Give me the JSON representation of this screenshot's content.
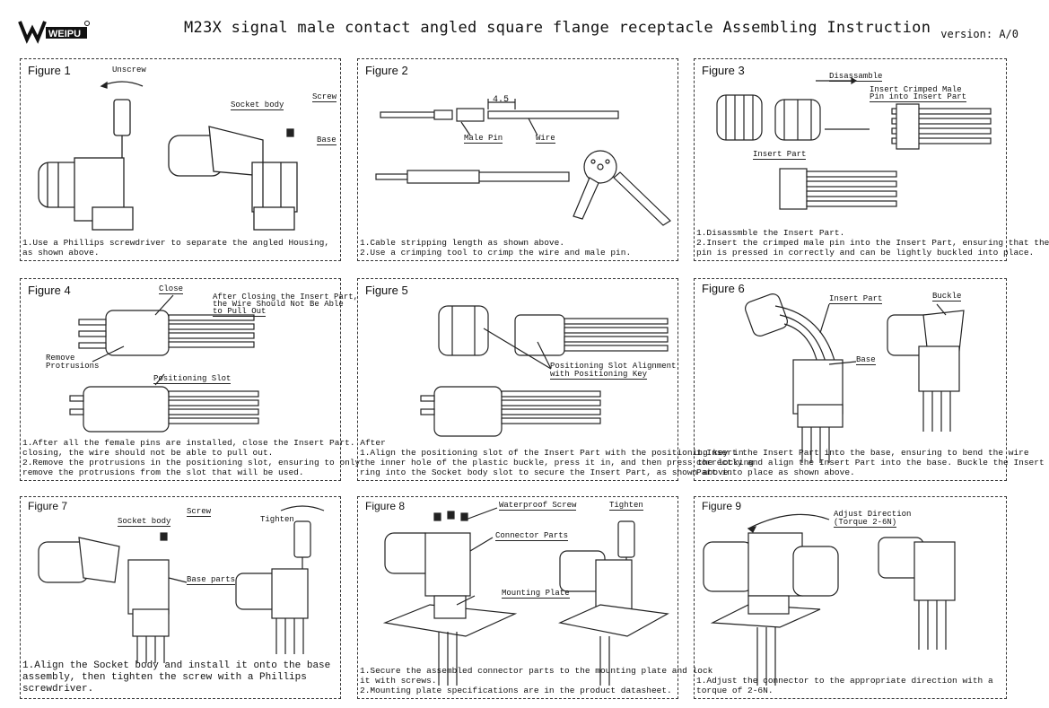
{
  "header": {
    "logo_text": "WEIPU",
    "title": "M23X signal male contact angled square flange receptacle Assembling Instruction",
    "version": "version: A/0"
  },
  "figures": [
    {
      "title": "Figure 1",
      "labels": [
        "Unscrew",
        "Socket body",
        "Screw",
        "Base"
      ],
      "caption": [
        "1.Use a Phillips screwdriver to separate the angled Housing,",
        "as shown above."
      ]
    },
    {
      "title": "Figure 2",
      "labels": [
        "4.5",
        "Male Pin",
        "Wire"
      ],
      "caption": [
        "1.Cable stripping length as shown above.",
        "2.Use a crimping tool to crimp the wire and male pin."
      ]
    },
    {
      "title": "Figure 3",
      "labels": [
        "Disassamble",
        "Insert Crimped Male",
        "Pin into Insert Part",
        "Insert Part"
      ],
      "caption": [
        "1.Disassmble the Insert Part.",
        "2.Insert the crimped male pin into the Insert Part, ensuring that the",
        "pin is pressed in correctly and can be lightly buckled into place."
      ]
    },
    {
      "title": "Figure 4",
      "labels": [
        "Close",
        "After Closing the Insert Part,",
        "the Wire Should Not Be Able",
        "to Pull Out",
        "Remove",
        "Protrusions",
        "Positioning Slot"
      ],
      "caption": [
        "1.After all the female pins are installed, close the Insert Part. After",
        "closing, the wire should not be able to pull out.",
        "2.Remove the protrusions in the positioning slot, ensuring to only",
        "remove the protrusions from the slot that will be used."
      ]
    },
    {
      "title": "Figure 5",
      "labels": [
        "Positioning Slot Alignment",
        "with Positioning Key"
      ],
      "caption": [
        "1.Align the positioning slot of the Insert Part with the positioning key in",
        "the inner hole of the plastic buckle, press it in, and then press the locking",
        "ring into the Socket body slot to secure the Insert Part, as shown above."
      ]
    },
    {
      "title": "Figure 6",
      "labels": [
        "Insert Part",
        "Buckle",
        "Base"
      ],
      "caption": [
        "1.Insert the Insert Part into the base, ensuring to bend the wire",
        "correctly and align the Insert Part into the base. Buckle the Insert",
        "Part into place as shown above."
      ]
    },
    {
      "title": "Figure 7",
      "labels": [
        "Socket body",
        "Screw",
        "Tighten",
        "Base parts"
      ],
      "caption": [
        "1.Align the Socket body and install it onto the base",
        "assembly, then tighten the screw with a Phillips",
        "screwdriver."
      ]
    },
    {
      "title": "Figure 8",
      "labels": [
        "Waterproof Screw",
        "Tighten",
        "Connector Parts",
        "Mounting Plate"
      ],
      "caption": [
        "1.Secure the assembled connector parts to the mounting plate and lock",
        "it with screws.",
        "2.Mounting plate specifications are in the product datasheet."
      ]
    },
    {
      "title": "Figure 9",
      "labels": [
        "Adjust Direction",
        "(Torque 2-6N)"
      ],
      "caption": [
        "1.Adjust the connector to the appropriate direction with a",
        "torque of 2-6N."
      ]
    }
  ]
}
